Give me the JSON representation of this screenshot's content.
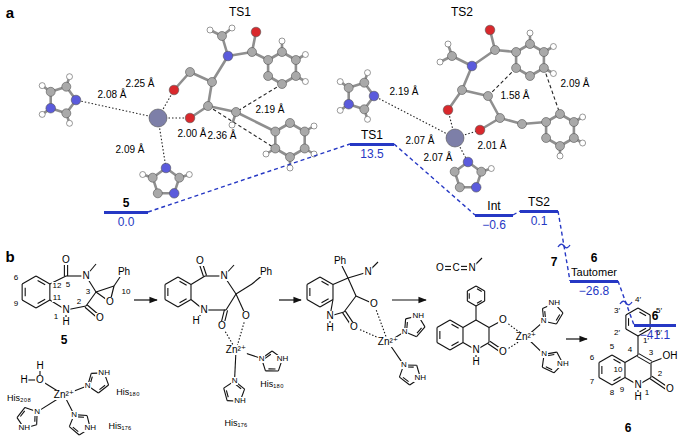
{
  "diagram": {
    "nodes": [
      {
        "text": [
          "5",
          "0.0"
        ]
      },
      {
        "text": [
          "TS1",
          "13.5"
        ]
      },
      {
        "text": [
          "Int",
          "−0.6"
        ]
      },
      {
        "text": [
          "TS2",
          "0.1"
        ]
      },
      {
        "text": [
          "6",
          "Tautomer",
          "−26.8"
        ]
      },
      {
        "text": [
          "6",
          "−41.1"
        ]
      }
    ],
    "edges": [
      {
        "from": 0,
        "to": 1,
        "arrow": "none"
      },
      {
        "from": 1,
        "to": 2,
        "arrow": "none"
      },
      {
        "from": 2,
        "to": 3,
        "arrow": "none"
      },
      {
        "from": 3,
        "to": 4,
        "arrow": "none"
      },
      {
        "from": 4,
        "to": 5,
        "arrow": "none"
      }
    ],
    "labels": [
      "a",
      "2.25 Å",
      "2.08 Å",
      "2.00 Å",
      "2.09 Å",
      "2.19 Å",
      "2.36 Å",
      "TS1",
      "2.19 Å",
      "1.58 Å",
      "2.09 Å",
      "2.07 Å",
      "2.01 Å",
      "2.07 Å",
      "TS2",
      "7",
      "b",
      "O",
      "6",
      "12",
      "5",
      "N",
      "3",
      "Ph",
      "10",
      "O",
      "2",
      "9",
      "11",
      "N",
      "1",
      "H",
      "O",
      "5",
      "H",
      "O",
      "H",
      "Zn²⁺",
      "N",
      "NH",
      "His₁₈₀",
      "N",
      "NH",
      "His₂₀₈",
      "N",
      "NH",
      "His₁₇₆",
      "O",
      "N",
      "Ph",
      "N",
      "H",
      "O",
      "O",
      "Zn²⁺",
      "N",
      "NH",
      "His₁₈₀",
      "N",
      "NH",
      "His₁₇₆",
      "Ph",
      "N",
      "O",
      "N",
      "H",
      "O",
      "Zn²⁺",
      "N",
      "NH",
      "N",
      "NH",
      "O",
      "C",
      "N",
      "O",
      "O",
      "N",
      "H",
      "Zn²⁺",
      "N",
      "NH",
      "N",
      "NH",
      "3′",
      "4′",
      "5′",
      "2′",
      "6′",
      "1′",
      "5",
      "4",
      "3",
      "OH",
      "6",
      "10",
      "2",
      "7",
      "9",
      "N",
      "1",
      "O",
      "8",
      "H",
      "6"
    ]
  }
}
